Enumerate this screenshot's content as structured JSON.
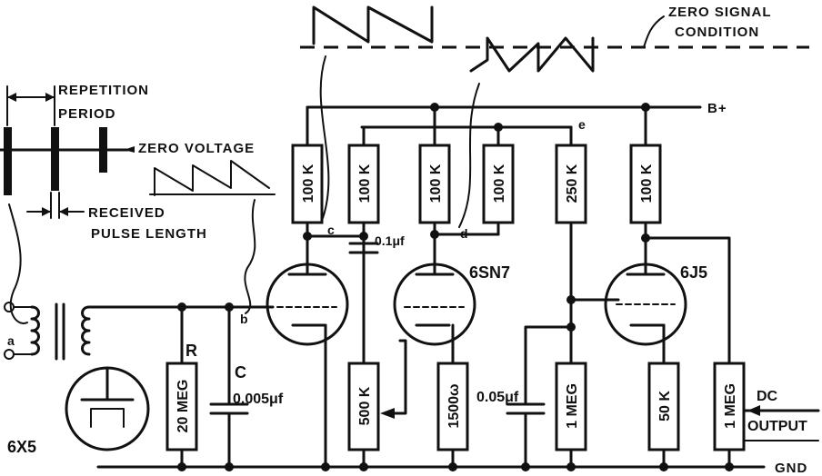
{
  "labels": {
    "repetition_period": [
      "REPETITION",
      "PERIOD"
    ],
    "zero_voltage": "ZERO VOLTAGE",
    "received_pulse_length": [
      "RECEIVED",
      "PULSE LENGTH"
    ],
    "zero_signal_condition": [
      "ZERO SIGNAL",
      "CONDITION"
    ],
    "bplus": "B+",
    "gnd": "GND",
    "dc_output": [
      "DC",
      "OUTPUT"
    ],
    "node_a": "a",
    "node_b": "b",
    "node_c": "c",
    "node_d": "d",
    "node_e": "e"
  },
  "components": {
    "r1": "100 K",
    "r2": "100 K",
    "r3": "100 K",
    "r4": "100 K",
    "r5": "250 K",
    "r6": "100 K",
    "r_20meg": "20 MEG",
    "r_500k": "500 K",
    "r_1500": "1500ω",
    "r_1meg_a": "1 MEG",
    "r_50k": "50 K",
    "r_1meg_b": "1 MEG",
    "r_label": "R",
    "c_label": "C",
    "c_main": "0.005μf",
    "c_coupling": "0.1μf",
    "c_bypass": "0.05μf",
    "tube_6x5": "6X5",
    "tube_6sn7": "6SN7",
    "tube_6j5": "6J5"
  }
}
